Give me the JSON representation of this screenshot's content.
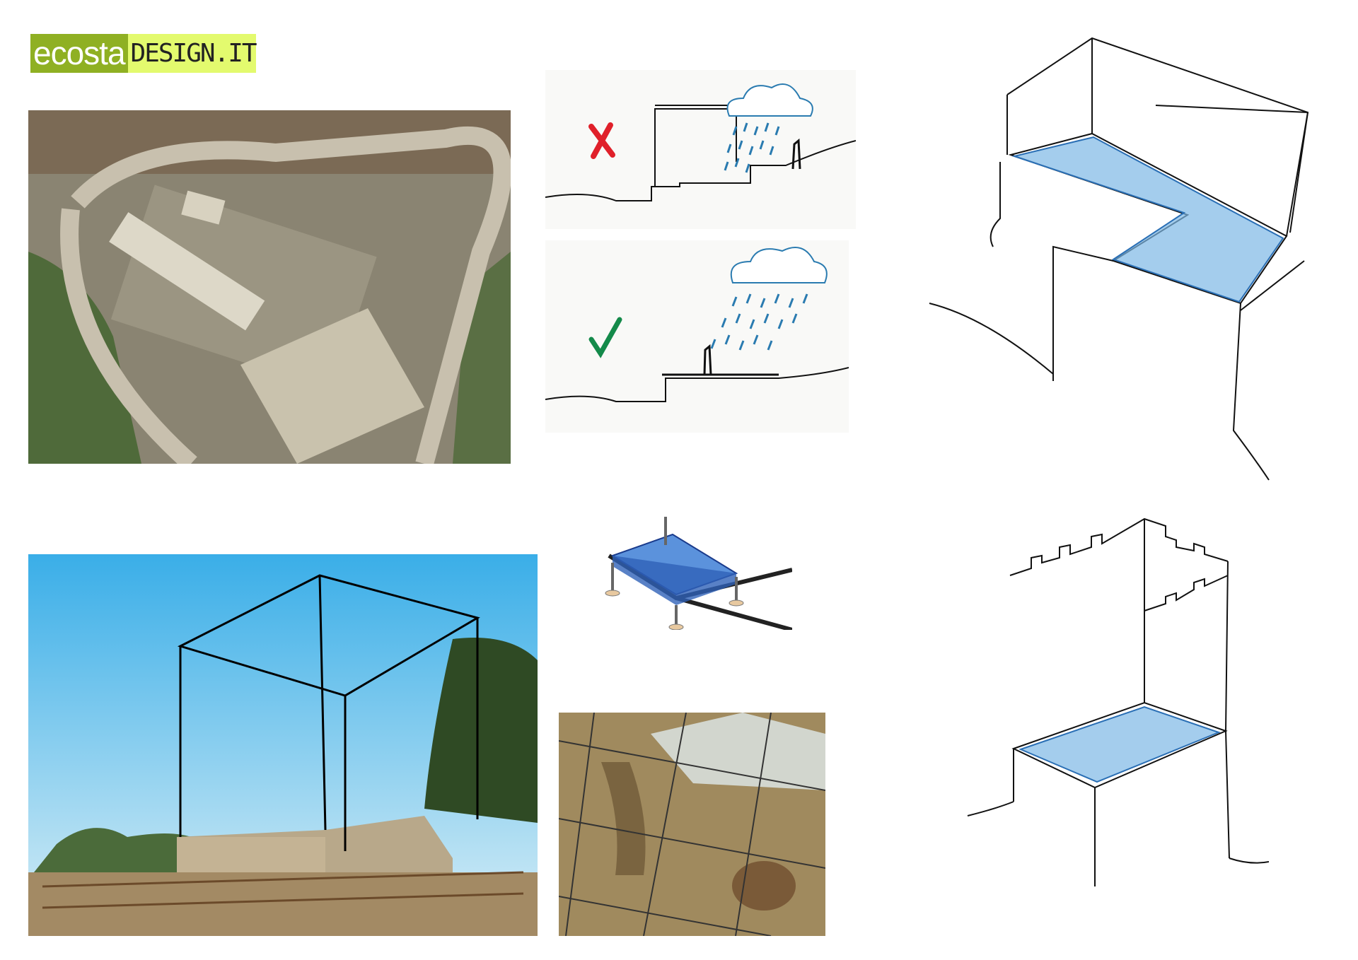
{
  "logo": {
    "part1": "ecosta",
    "part2": "DESIGN.IT"
  },
  "colors": {
    "logo_green": "#8fb023",
    "logo_lime": "#e3fa6e",
    "cross_red": "#e0202a",
    "check_green": "#148a4a",
    "rain_blue": "#2a7bb0",
    "glass_blue": "#3e7fd6"
  },
  "panels": [
    {
      "name": "aerial-site-photo"
    },
    {
      "name": "rain-sketch-wrong",
      "mark": "cross-icon"
    },
    {
      "name": "rain-sketch-correct",
      "mark": "check-icon"
    },
    {
      "name": "l-shaped-glass-roof-sketch"
    },
    {
      "name": "wall-photo-with-cube-overlay"
    },
    {
      "name": "raised-floor-pedestal-diagram"
    },
    {
      "name": "glass-floor-photo"
    },
    {
      "name": "tower-glass-floor-sketch"
    }
  ]
}
